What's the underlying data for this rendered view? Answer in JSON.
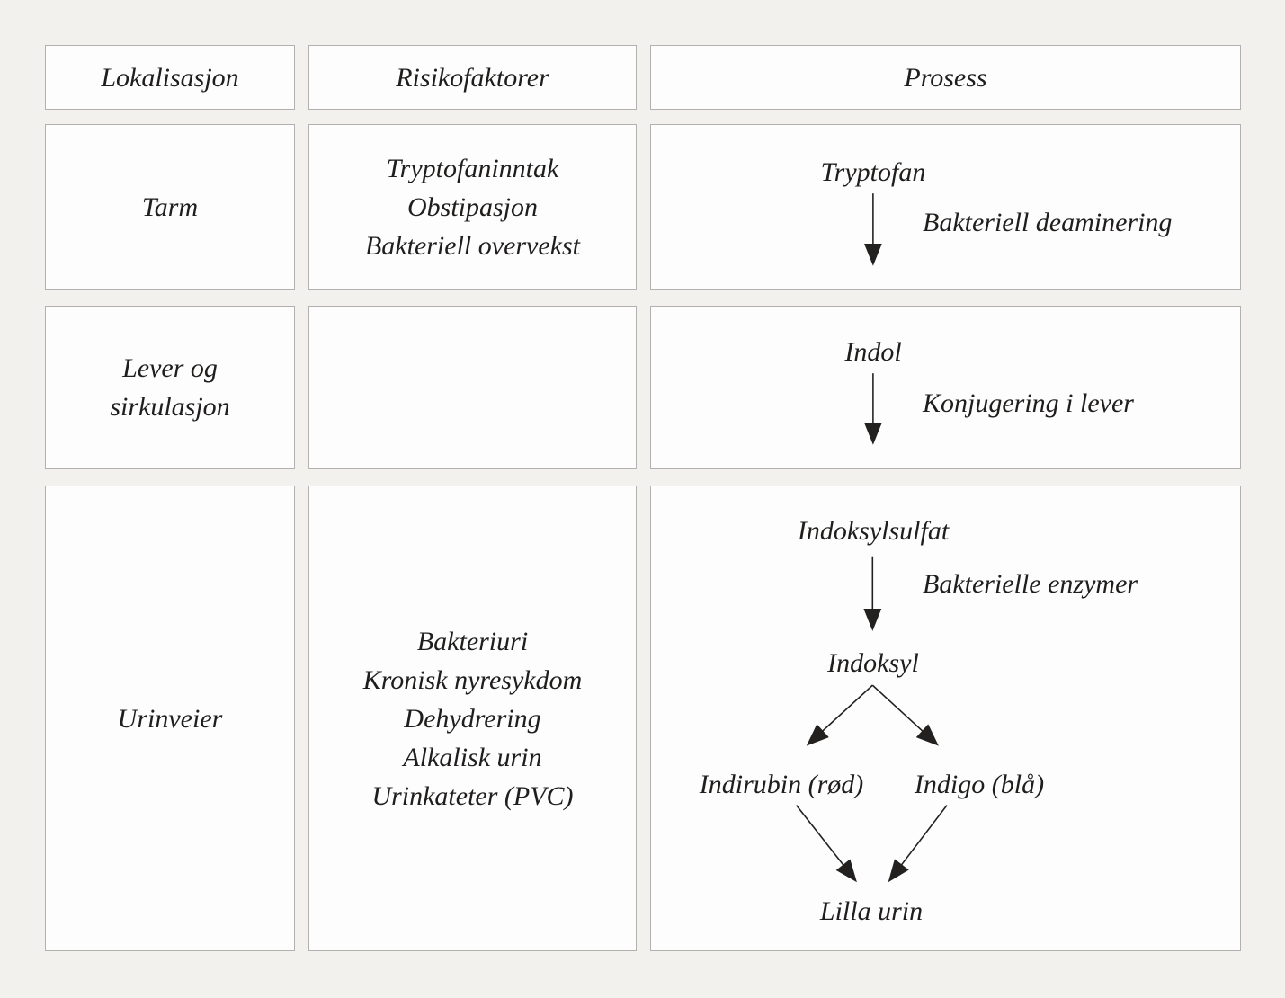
{
  "figure": {
    "colors": {
      "page_background": "#f2f1ed",
      "box_background": "#fdfdfd",
      "box_border": "#b2b1af",
      "text": "#201e1d",
      "arrow": "#232120"
    },
    "headers": {
      "location": "Lokalisasjon",
      "risk_factors": "Risikofaktorer",
      "process": "Prosess"
    },
    "rows": [
      {
        "location_lines": [
          "Tarm"
        ],
        "risk_factors": [
          "Tryptofaninntak",
          "Obstipasjon",
          "Bakteriell overvekst"
        ],
        "process": {
          "substrate": "Tryptofan",
          "reaction": "Bakteriell deaminering"
        }
      },
      {
        "location_lines": [
          "Lever og",
          "sirkulasjon"
        ],
        "risk_factors": [],
        "process": {
          "substrate": "Indol",
          "reaction": "Konjugering i lever"
        }
      },
      {
        "location_lines": [
          "Urinveier"
        ],
        "risk_factors": [
          "Bakteriuri",
          "Kronisk nyresykdom",
          "Dehydrering",
          "Alkalisk urin",
          "Urinkateter (PVC)"
        ],
        "process": {
          "substrate": "Indoksylsulfat",
          "reaction": "Bakterielle enzymer",
          "intermediate": "Indoksyl",
          "branch_left": "Indirubin (rød)",
          "branch_right": "Indigo (blå)",
          "result": "Lilla urin"
        }
      }
    ]
  }
}
